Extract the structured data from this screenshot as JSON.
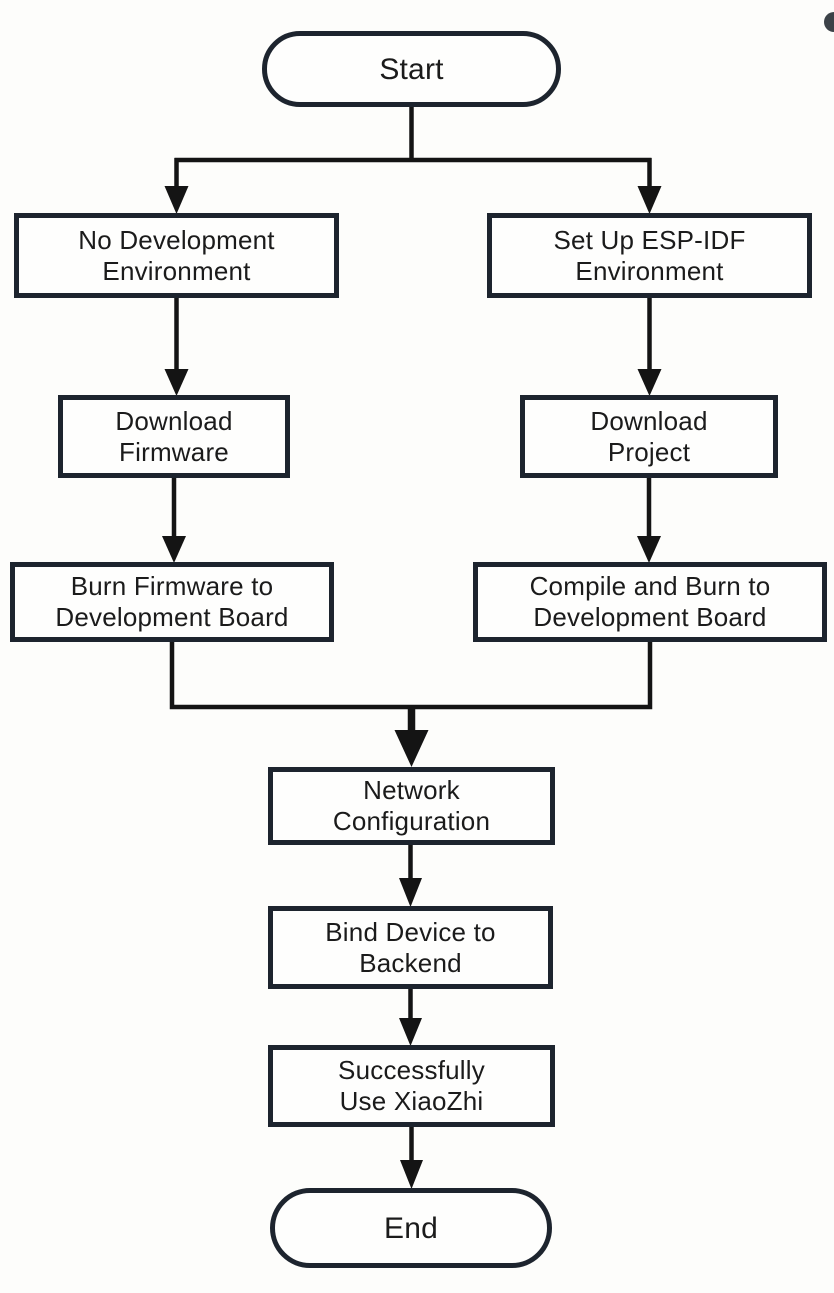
{
  "diagram": {
    "type": "flowchart",
    "colors": {
      "background": "#fdfdfb",
      "node_border": "#1d242e",
      "connector": "#141414",
      "text": "#1b1b1b"
    },
    "nodes": {
      "start": {
        "shape": "terminal",
        "label": "Start"
      },
      "no_dev_env": {
        "shape": "process",
        "line1": "No Development",
        "line2": "Environment"
      },
      "setup_espidf": {
        "shape": "process",
        "line1": "Set Up ESP-IDF",
        "line2": "Environment"
      },
      "download_firmware": {
        "shape": "process",
        "line1": "Download",
        "line2": "Firmware"
      },
      "download_project": {
        "shape": "process",
        "line1": "Download",
        "line2": "Project"
      },
      "burn_firmware": {
        "shape": "process",
        "line1": "Burn Firmware to",
        "line2": "Development Board"
      },
      "compile_burn": {
        "shape": "process",
        "line1": "Compile and Burn to",
        "line2": "Development Board"
      },
      "network_config": {
        "shape": "process",
        "line1": "Network",
        "line2": "Configuration"
      },
      "bind_device": {
        "shape": "process",
        "line1": "Bind Device to",
        "line2": "Backend"
      },
      "use_xiaozhi": {
        "shape": "process",
        "line1": "Successfully",
        "line2": "Use XiaoZhi"
      },
      "end": {
        "shape": "terminal",
        "label": "End"
      }
    },
    "edges": [
      "start -> no_dev_env",
      "start -> setup_espidf",
      "no_dev_env -> download_firmware",
      "setup_espidf -> download_project",
      "download_firmware -> burn_firmware",
      "download_project -> compile_burn",
      "burn_firmware -> network_config",
      "compile_burn -> network_config",
      "network_config -> bind_device",
      "bind_device -> use_xiaozhi",
      "use_xiaozhi -> end"
    ]
  }
}
